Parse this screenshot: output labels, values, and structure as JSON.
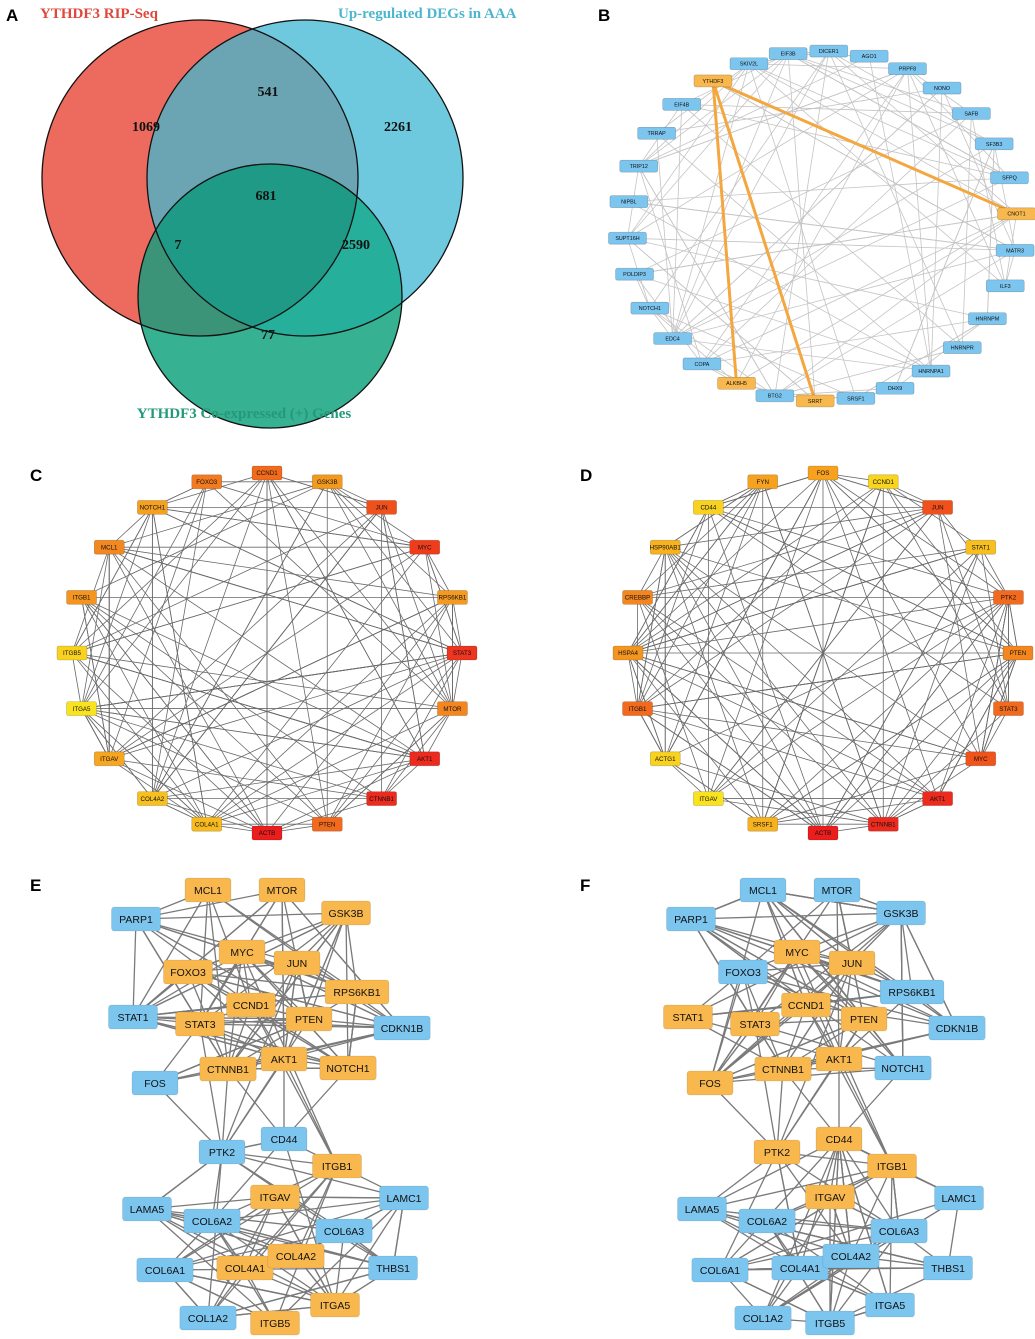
{
  "panels": {
    "A": {
      "letter": "A",
      "venn": {
        "sets": [
          {
            "name": "YTHDF3 RIP-Seq",
            "color": "#ec6b5e",
            "label_color": "#e0483b"
          },
          {
            "name": "Up-regulated DEGs in AAA",
            "color": "#6ec8de",
            "label_color": "#4cb6cf"
          },
          {
            "name": "YTHDF3 Co-expressed (+) Genes",
            "color": "#36b191",
            "label_color": "#22997a"
          }
        ],
        "counts": {
          "A_only": "1069",
          "B_only": "2261",
          "C_only": "77",
          "AB": "541",
          "AC": "7",
          "BC": "2590",
          "ABC": "681"
        }
      }
    },
    "B": {
      "letter": "B",
      "nodes": [
        {
          "id": "YTHDF3",
          "kind": "o"
        },
        {
          "id": "SKIV2L",
          "kind": "b"
        },
        {
          "id": "EIF3B",
          "kind": "b"
        },
        {
          "id": "DICER1",
          "kind": "b"
        },
        {
          "id": "AGO1",
          "kind": "b"
        },
        {
          "id": "PRPF8",
          "kind": "b"
        },
        {
          "id": "NONO",
          "kind": "b"
        },
        {
          "id": "SAFB",
          "kind": "b"
        },
        {
          "id": "SF3B3",
          "kind": "b"
        },
        {
          "id": "SFPQ",
          "kind": "b"
        },
        {
          "id": "CNOT1",
          "kind": "o"
        },
        {
          "id": "MATR3",
          "kind": "b"
        },
        {
          "id": "ILF3",
          "kind": "b"
        },
        {
          "id": "HNRNPM",
          "kind": "b"
        },
        {
          "id": "HNRNPR",
          "kind": "b"
        },
        {
          "id": "HNRNPA1",
          "kind": "b"
        },
        {
          "id": "DHX9",
          "kind": "b"
        },
        {
          "id": "SRSF1",
          "kind": "b"
        },
        {
          "id": "SRRT",
          "kind": "o"
        },
        {
          "id": "BTG2",
          "kind": "b"
        },
        {
          "id": "ALKBH5",
          "kind": "o"
        },
        {
          "id": "COPA",
          "kind": "b"
        },
        {
          "id": "EDC4",
          "kind": "b"
        },
        {
          "id": "NOTCH1",
          "kind": "b"
        },
        {
          "id": "POLDIP3",
          "kind": "b"
        },
        {
          "id": "SUPT16H",
          "kind": "b"
        },
        {
          "id": "NIPBL",
          "kind": "b"
        },
        {
          "id": "TRIP12",
          "kind": "b"
        },
        {
          "id": "TRRAP",
          "kind": "b"
        },
        {
          "id": "EIF4B",
          "kind": "b"
        }
      ],
      "highlight_edges": [
        [
          "YTHDF3",
          "CNOT1"
        ],
        [
          "YTHDF3",
          "SRRT"
        ],
        [
          "YTHDF3",
          "ALKBH5"
        ]
      ]
    },
    "C": {
      "letter": "C",
      "nodes": [
        {
          "id": "CCND1",
          "shade": "#f26b1d"
        },
        {
          "id": "GSK3B",
          "shade": "#f39a1e"
        },
        {
          "id": "JUN",
          "shade": "#f0501b"
        },
        {
          "id": "MYC",
          "shade": "#ef3d1b"
        },
        {
          "id": "RPS6KB1",
          "shade": "#f49a20"
        },
        {
          "id": "STAT3",
          "shade": "#ee3520"
        },
        {
          "id": "MTOR",
          "shade": "#f3861f"
        },
        {
          "id": "AKT1",
          "shade": "#ec2a1e"
        },
        {
          "id": "CTNNB1",
          "shade": "#ec2a1e"
        },
        {
          "id": "PTEN",
          "shade": "#f26a1d"
        },
        {
          "id": "ACTB",
          "shade": "#eb1d1d"
        },
        {
          "id": "COL4A1",
          "shade": "#f7bb1f"
        },
        {
          "id": "COL4A2",
          "shade": "#f7c01f"
        },
        {
          "id": "ITGAV",
          "shade": "#f6a620"
        },
        {
          "id": "ITGA5",
          "shade": "#f9e21e"
        },
        {
          "id": "ITGB5",
          "shade": "#f8d21e"
        },
        {
          "id": "ITGB1",
          "shade": "#f49520"
        },
        {
          "id": "MCL1",
          "shade": "#f38820"
        },
        {
          "id": "NOTCH1",
          "shade": "#f4a020"
        },
        {
          "id": "FOXO3",
          "shade": "#f37a1e"
        }
      ]
    },
    "D": {
      "letter": "D",
      "nodes": [
        {
          "id": "FOS",
          "shade": "#f7a21f"
        },
        {
          "id": "CCND1",
          "shade": "#f9d51e"
        },
        {
          "id": "JUN",
          "shade": "#f0501b"
        },
        {
          "id": "STAT1",
          "shade": "#f7c01f"
        },
        {
          "id": "PTK2",
          "shade": "#f26a1d"
        },
        {
          "id": "PTEN",
          "shade": "#f3861f"
        },
        {
          "id": "STAT3",
          "shade": "#f26a1d"
        },
        {
          "id": "MYC",
          "shade": "#f0541b"
        },
        {
          "id": "AKT1",
          "shade": "#ec2a1e"
        },
        {
          "id": "CTNNB1",
          "shade": "#ec2a1e"
        },
        {
          "id": "ACTB",
          "shade": "#eb1d1d"
        },
        {
          "id": "SRSF1",
          "shade": "#f7b21f"
        },
        {
          "id": "ITGAV",
          "shade": "#f9e21e"
        },
        {
          "id": "ACTG1",
          "shade": "#f8d21e"
        },
        {
          "id": "ITGB1",
          "shade": "#f26a1d"
        },
        {
          "id": "HSPA4",
          "shade": "#f49520"
        },
        {
          "id": "CREBBP",
          "shade": "#f3861f"
        },
        {
          "id": "HSP90AB1",
          "shade": "#f7b21f"
        },
        {
          "id": "CD44",
          "shade": "#f8d21e"
        },
        {
          "id": "FYN",
          "shade": "#f7a21f"
        }
      ]
    },
    "E": {
      "letter": "E",
      "nodes": [
        {
          "id": "MCL1",
          "kind": "o"
        },
        {
          "id": "MTOR",
          "kind": "o"
        },
        {
          "id": "GSK3B",
          "kind": "o"
        },
        {
          "id": "PARP1",
          "kind": "b"
        },
        {
          "id": "MYC",
          "kind": "o"
        },
        {
          "id": "JUN",
          "kind": "o"
        },
        {
          "id": "FOXO3",
          "kind": "o"
        },
        {
          "id": "RPS6KB1",
          "kind": "o"
        },
        {
          "id": "CCND1",
          "kind": "o"
        },
        {
          "id": "STAT1",
          "kind": "b"
        },
        {
          "id": "STAT3",
          "kind": "o"
        },
        {
          "id": "PTEN",
          "kind": "o"
        },
        {
          "id": "CDKN1B",
          "kind": "b"
        },
        {
          "id": "CTNNB1",
          "kind": "o"
        },
        {
          "id": "AKT1",
          "kind": "o"
        },
        {
          "id": "NOTCH1",
          "kind": "o"
        },
        {
          "id": "FOS",
          "kind": "b"
        },
        {
          "id": "CD44",
          "kind": "b"
        },
        {
          "id": "PTK2",
          "kind": "b"
        },
        {
          "id": "ITGB1",
          "kind": "o"
        },
        {
          "id": "ITGAV",
          "kind": "o"
        },
        {
          "id": "LAMC1",
          "kind": "b"
        },
        {
          "id": "LAMA5",
          "kind": "b"
        },
        {
          "id": "COL6A2",
          "kind": "b"
        },
        {
          "id": "COL6A3",
          "kind": "b"
        },
        {
          "id": "COL4A1",
          "kind": "o"
        },
        {
          "id": "COL4A2",
          "kind": "o"
        },
        {
          "id": "THBS1",
          "kind": "b"
        },
        {
          "id": "COL6A1",
          "kind": "b"
        },
        {
          "id": "ITGA5",
          "kind": "o"
        },
        {
          "id": "COL1A2",
          "kind": "b"
        },
        {
          "id": "ITGB5",
          "kind": "o"
        }
      ]
    },
    "F": {
      "letter": "F",
      "nodes": [
        {
          "id": "MCL1",
          "kind": "b"
        },
        {
          "id": "MTOR",
          "kind": "b"
        },
        {
          "id": "GSK3B",
          "kind": "b"
        },
        {
          "id": "PARP1",
          "kind": "b"
        },
        {
          "id": "MYC",
          "kind": "o"
        },
        {
          "id": "JUN",
          "kind": "o"
        },
        {
          "id": "FOXO3",
          "kind": "b"
        },
        {
          "id": "RPS6KB1",
          "kind": "b"
        },
        {
          "id": "CCND1",
          "kind": "o"
        },
        {
          "id": "STAT1",
          "kind": "o"
        },
        {
          "id": "STAT3",
          "kind": "o"
        },
        {
          "id": "PTEN",
          "kind": "o"
        },
        {
          "id": "CDKN1B",
          "kind": "b"
        },
        {
          "id": "CTNNB1",
          "kind": "o"
        },
        {
          "id": "AKT1",
          "kind": "o"
        },
        {
          "id": "NOTCH1",
          "kind": "b"
        },
        {
          "id": "FOS",
          "kind": "o"
        },
        {
          "id": "CD44",
          "kind": "o"
        },
        {
          "id": "PTK2",
          "kind": "o"
        },
        {
          "id": "ITGB1",
          "kind": "o"
        },
        {
          "id": "ITGAV",
          "kind": "o"
        },
        {
          "id": "LAMC1",
          "kind": "b"
        },
        {
          "id": "LAMA5",
          "kind": "b"
        },
        {
          "id": "COL6A2",
          "kind": "b"
        },
        {
          "id": "COL6A3",
          "kind": "b"
        },
        {
          "id": "COL4A1",
          "kind": "b"
        },
        {
          "id": "COL4A2",
          "kind": "b"
        },
        {
          "id": "THBS1",
          "kind": "b"
        },
        {
          "id": "COL6A1",
          "kind": "b"
        },
        {
          "id": "ITGA5",
          "kind": "b"
        },
        {
          "id": "COL1A2",
          "kind": "b"
        },
        {
          "id": "ITGB5",
          "kind": "b"
        }
      ]
    }
  },
  "colors": {
    "blue_node": "#7cc5ef",
    "orange_node": "#f8b84e",
    "edge_gray": "#c4c4c4",
    "edge_dark": "#6a6a6a",
    "highlight_edge": "#f4a63f"
  }
}
